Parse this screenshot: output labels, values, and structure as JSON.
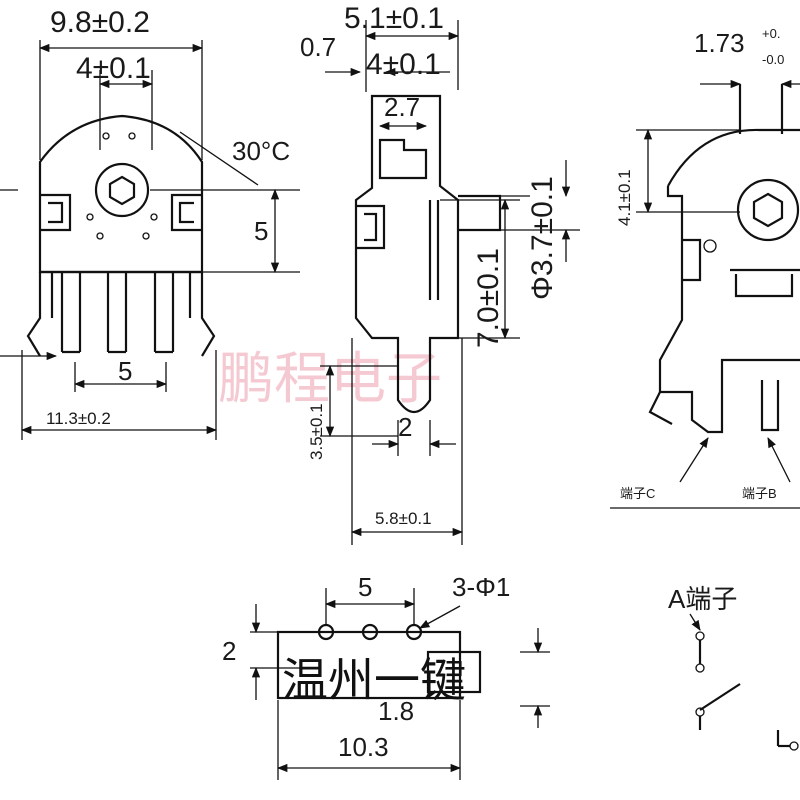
{
  "front_view": {
    "dim_body_width": "9.8±0.2",
    "dim_pin_pitch_top": "4±0.1",
    "dim_angle": "30°C",
    "dim_shaft_height": "5",
    "dim_pin_spacing": "5",
    "dim_overall_width": "11.3±0.2"
  },
  "side_view": {
    "dim_overall": "5.1±0.1",
    "dim_offset": "0.7",
    "dim_inner": "4±0.1",
    "dim_knob": "2.7",
    "dim_height": "7.0±0.1",
    "dim_diameter": "Φ3.7±0.1",
    "dim_pin_length": "3.5±0.1",
    "dim_pin_width": "2",
    "dim_base": "5.8±0.1"
  },
  "right_view": {
    "dim_top": "1.73",
    "dim_tol_plus": "+0.",
    "dim_tol_minus": "-0.0",
    "dim_height": "4.1±0.1",
    "terminal_c": "端子C",
    "terminal_b": "端子B"
  },
  "footprint": {
    "dim_pitch": "5",
    "dim_holes": "3-Φ1",
    "dim_row": "2",
    "dim_small": "1.8",
    "dim_width": "10.3"
  },
  "schematic": {
    "terminal_a": "A端子"
  },
  "watermarks": {
    "center": "鹏程电子",
    "bottom": "温州一键"
  }
}
